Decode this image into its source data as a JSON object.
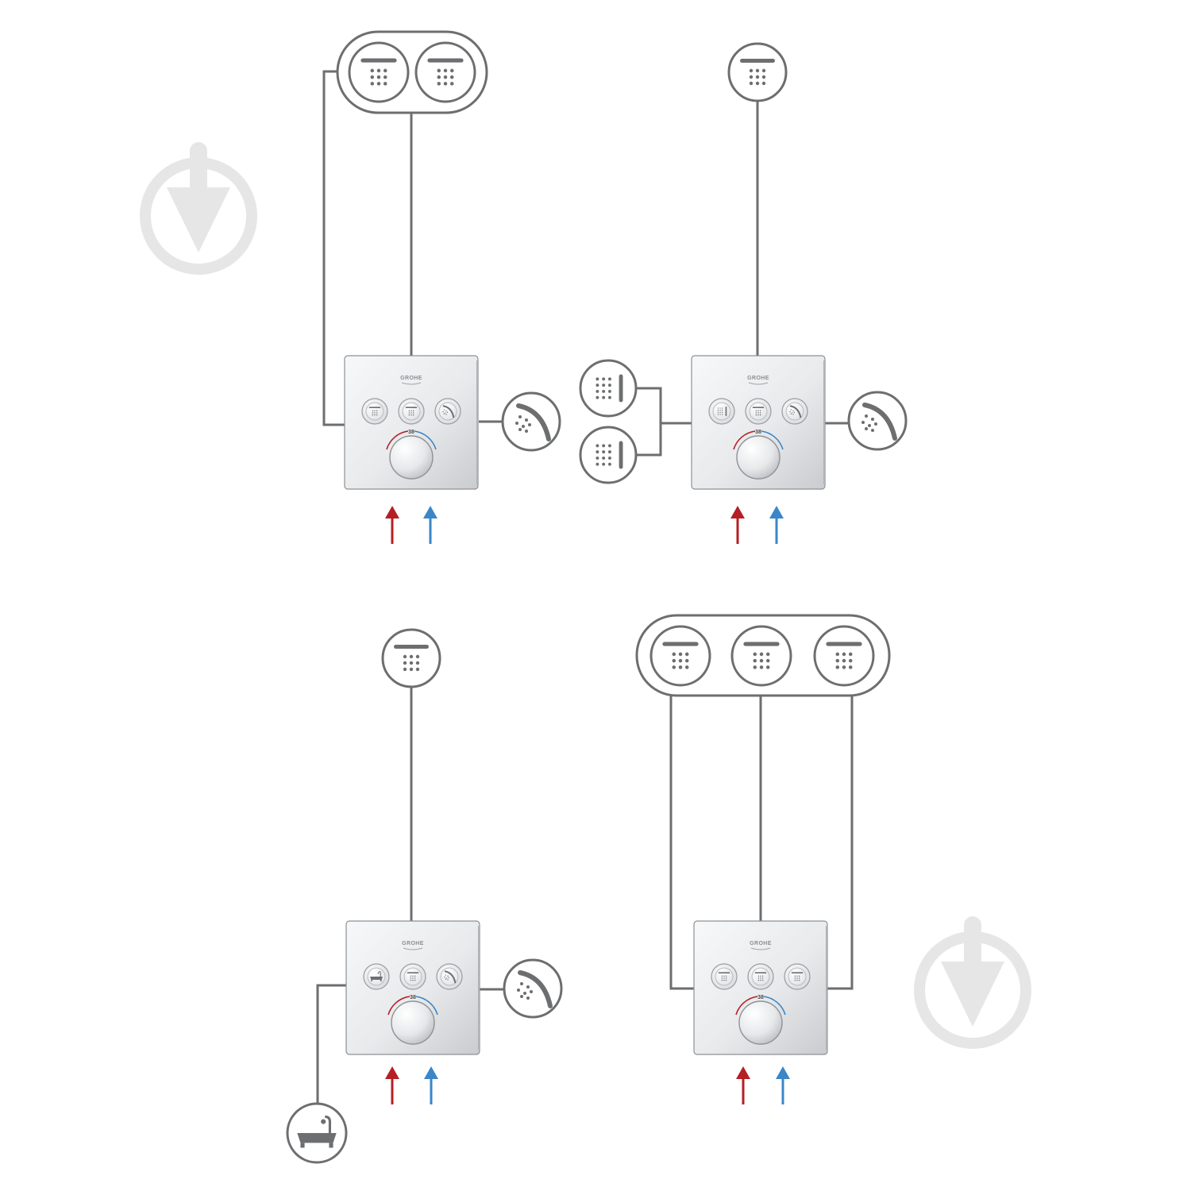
{
  "diagram": {
    "brand": "GROHE",
    "temperature_mark": "38",
    "colors": {
      "line": "#6d6e70",
      "hot": "#b51f24",
      "cold": "#3a86c8",
      "watermark": "#e6e6e6",
      "panel_light": "#f4f5f6",
      "panel_dark": "#c7c9cc"
    },
    "configurations": [
      {
        "id": "config-1",
        "outlets": [
          "head-shower",
          "head-shower",
          "hand-shower"
        ],
        "buttons": [
          "head-shower-icon",
          "head-shower-icon",
          "hand-shower-icon"
        ]
      },
      {
        "id": "config-2",
        "outlets": [
          "head-shower",
          "body-jet",
          "body-jet",
          "hand-shower"
        ],
        "buttons": [
          "body-jet-icon",
          "head-shower-icon",
          "hand-shower-icon"
        ]
      },
      {
        "id": "config-3",
        "outlets": [
          "head-shower",
          "bathtub",
          "hand-shower"
        ],
        "buttons": [
          "bathtub-icon",
          "head-shower-icon",
          "hand-shower-icon"
        ]
      },
      {
        "id": "config-4",
        "outlets": [
          "head-shower",
          "head-shower",
          "head-shower"
        ],
        "buttons": [
          "head-shower-icon",
          "head-shower-icon",
          "head-shower-icon"
        ]
      }
    ],
    "supply": [
      "hot-water",
      "cold-water"
    ]
  }
}
